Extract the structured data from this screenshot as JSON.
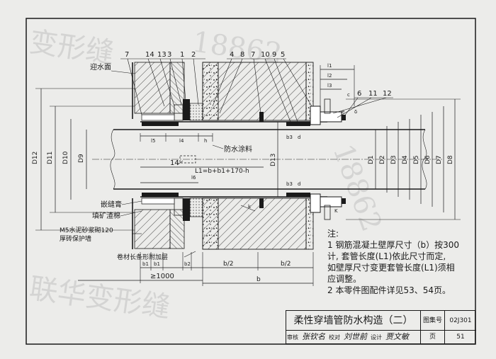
{
  "labels": {
    "water_face": "迎水面",
    "waterproof_coating": "防水涂料",
    "sealant": "嵌缝膏",
    "slag_wool": "填矿渣棉",
    "protective_wall_1": "M5水泥砂浆砌120",
    "protective_wall_2": "厚砖保护墙",
    "membrane_strip": "卷材长条形附加层",
    "length_formula": "L1=b+b1+170-h",
    "min_length": "≥1000"
  },
  "part_numbers_left": [
    "7",
    "14",
    "13",
    "3",
    "1",
    "2"
  ],
  "part_numbers_mid": [
    "4",
    "8",
    "7",
    "10",
    "9",
    "5"
  ],
  "part_numbers_right": [
    "6",
    "11",
    "12"
  ],
  "part_number_14_lower": "14",
  "dims_left": [
    "D12",
    "D11",
    "D10",
    "D9"
  ],
  "dims_center": "D13",
  "dims_right": [
    "D1",
    "D2",
    "D3",
    "D4",
    "D5",
    "D6",
    "D7",
    "D8"
  ],
  "dim_small": {
    "l1": "l1",
    "l2": "l2",
    "l3": "l3",
    "l4": "l4",
    "l5": "l5",
    "l6": "l6",
    "b1": "b1",
    "b2": "b2",
    "b3": "b3",
    "c": "c",
    "d": "d",
    "e": "e",
    "h": "h",
    "k": "k",
    "b": "b",
    "b_half": "b/2",
    "delta": "δ",
    "K": "K"
  },
  "notes": {
    "heading": "注:",
    "n1_line1": "1   钢筋混凝土壁厚尺寸（b）按300",
    "n1_line2": "计, 套管长度(L1)依此尺寸而定,",
    "n1_line3": "如壁厚尺寸变更套管长度(L1)须相",
    "n1_line4": "应调整。",
    "n2": "2   本零件图配件详见53、54页。"
  },
  "title_block": {
    "title": "柔性穿墙管防水构造（二）",
    "atlas_label": "图集号",
    "atlas_no": "02J301",
    "review_label": "审核",
    "review_sig": "张钦名",
    "check_label": "校对",
    "check_sig": "刘世前",
    "design_label": "设计",
    "design_sig": "贾文敏",
    "page_label": "页",
    "page_no": "51"
  }
}
